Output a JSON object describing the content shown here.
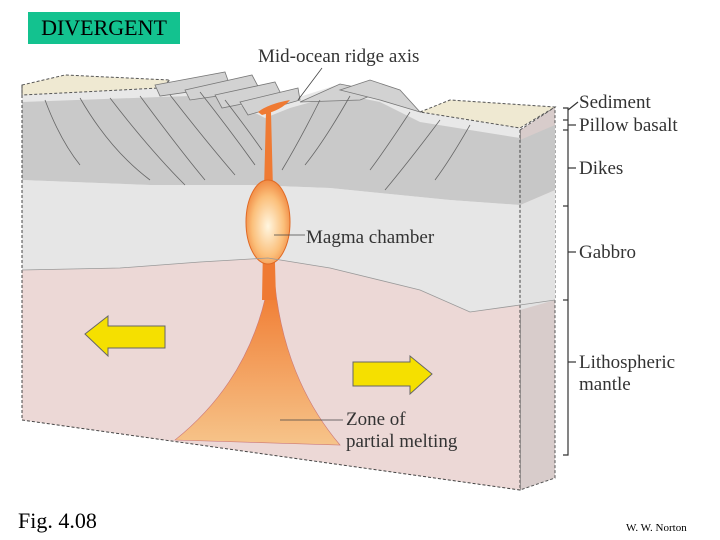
{
  "title": "DIVERGENT",
  "labels": {
    "ridge_axis": "Mid-ocean ridge axis",
    "magma_chamber": "Magma chamber",
    "zone_line1": "Zone of",
    "zone_line2": "partial melting",
    "sediment": "Sediment",
    "pillow_basalt": "Pillow basalt",
    "dikes": "Dikes",
    "gabbro": "Gabbro",
    "mantle_line1": "Lithospheric",
    "mantle_line2": "mantle"
  },
  "figure_label": "Fig. 4.08",
  "credit": "W. W. Norton",
  "colors": {
    "badge": "#13c28f",
    "arrow": "#f5e000",
    "magma": "#f08a3c",
    "mantle": "#ecd8d6",
    "gabbro": "#e4e4e4",
    "dikes": "#c9c9c9",
    "sediment": "#efe9d2"
  }
}
